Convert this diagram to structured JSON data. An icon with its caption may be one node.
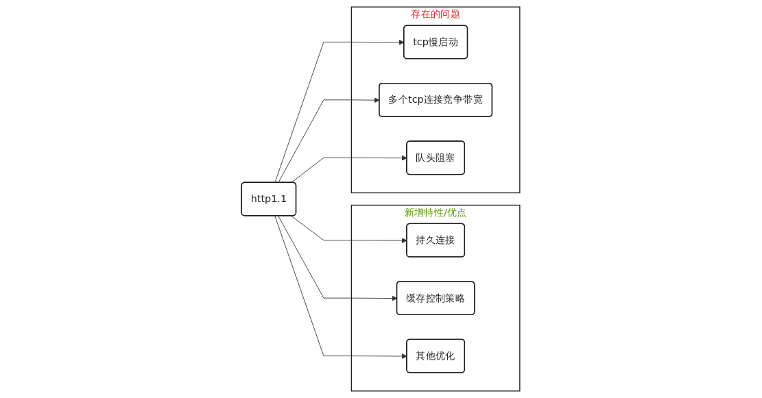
{
  "diagram": {
    "nodes": [
      {
        "text": [
          "新增特性/优点"
        ]
      },
      {
        "text": [
          "持久连接"
        ],
        "in": 0
      },
      {
        "text": [
          "缓存控制策略"
        ],
        "in": 0
      },
      {
        "text": [
          "其他优化"
        ],
        "in": 0
      },
      {
        "text": [
          "http1.1"
        ]
      },
      {
        "text": [
          "存在的问题"
        ]
      },
      {
        "text": [
          "tcp慢启动"
        ],
        "in": 5
      },
      {
        "text": [
          "多个tcp连接竞争带宽"
        ],
        "in": 5
      },
      {
        "text": [
          "队头阻塞"
        ],
        "in": 5
      }
    ],
    "edges": [
      {
        "from": 4,
        "to": 1,
        "arrow": "to"
      },
      {
        "from": 4,
        "to": 2,
        "arrow": "to"
      },
      {
        "from": 4,
        "to": 3,
        "arrow": "to"
      },
      {
        "from": 4,
        "to": 6,
        "arrow": "to"
      },
      {
        "from": 4,
        "to": 7,
        "arrow": "to"
      },
      {
        "from": 4,
        "to": 8,
        "arrow": "to"
      }
    ]
  }
}
